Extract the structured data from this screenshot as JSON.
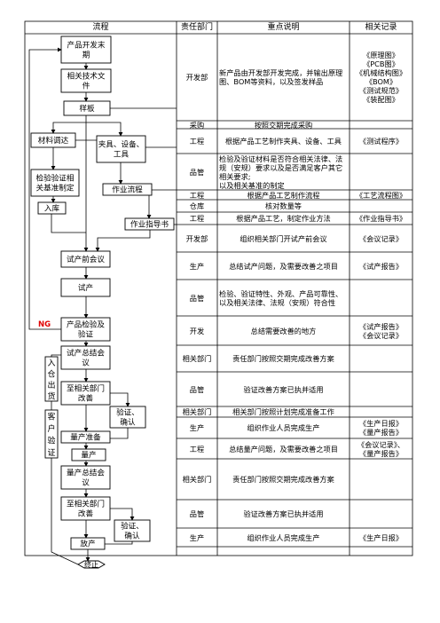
{
  "header": {
    "process": "流程",
    "dept": "责任部门",
    "desc": "重点说明",
    "records": "相关记录"
  },
  "flow_nodes": {
    "n1a": "产品开发末",
    "n1b": "期",
    "n2a": "相关技术文",
    "n2b": "件",
    "n3": "样板",
    "n4": "材料调达",
    "n5a": "夹具、设备、",
    "n5b": "工具",
    "n6a": "检验验证相",
    "n6b": "关基准制定",
    "n7": "作业流程",
    "n8": "作业指导书",
    "n9": "入库",
    "n10": "试产前会议",
    "n11": "试产",
    "n12a": "产品检验及",
    "n12b": "验证",
    "n13a": "试产总结会",
    "n13b": "议",
    "n14a": "至相关部门",
    "n14b": "改善",
    "n15a": "验证、",
    "n15b": "确认",
    "n16": "量产准备",
    "n17": "量产",
    "n18a": "量产总结会",
    "n18b": "议",
    "n19a": "至相关部门",
    "n19b": "改善",
    "n20a": "验证、",
    "n20b": "确认",
    "n21": "放产",
    "n22": "终止",
    "v1": [
      "入",
      "仓",
      "出",
      "货"
    ],
    "v2": [
      "客",
      "户",
      "验",
      "证"
    ],
    "ng": "NG"
  },
  "rows": [
    {
      "dept": "开发部",
      "desc": "新产品由开发部开发完成，并输出原理图、BOM等资料，以及签发样品",
      "rec": "《原理图》\n《PCB图》\n《机械结构图》\n《BOM》\n《测试规范》\n《装配图》"
    },
    {
      "dept": "采购",
      "desc": "按照交期完成采购",
      "rec": ""
    },
    {
      "dept": "工程",
      "desc": "根据产品工艺制作夹具、设备、工具",
      "rec": "《测试程序》"
    },
    {
      "dept": "品管",
      "desc": "检验及验证材料是否符合相关法律、法规（安规）要求以及是否满足客户其它相关要求;\n以及相关基准的制定",
      "rec": ""
    },
    {
      "dept": "工程",
      "desc": "根据产品工艺制作流程",
      "rec": "《工艺流程图》"
    },
    {
      "dept": "仓库",
      "desc": "核对数量等",
      "rec": ""
    },
    {
      "dept": "工程",
      "desc": "根据产品工艺，制定作业方法",
      "rec": "《作业指导书》"
    },
    {
      "dept": "开发部",
      "desc": "组织相关部门开试产前会议",
      "rec": "《会议记录》"
    },
    {
      "dept": "生产",
      "desc": "总结试产问题，及需要改善之项目",
      "rec": "《试产报告》"
    },
    {
      "dept": "品管",
      "desc": "检验、验证特性、外观、产品可靠性、以及相关法律、法规（安规）符合性",
      "rec": ""
    },
    {
      "dept": "开发",
      "desc": "总结需要改善的地方",
      "rec": "《试产报告》\n《会议记录》"
    },
    {
      "dept": "相关部门",
      "desc": "责任部门按照交期完成改善方案",
      "rec": ""
    },
    {
      "dept": "品管",
      "desc": "验证改善方案已执并适用",
      "rec": ""
    },
    {
      "dept": "相关部门",
      "desc": "相关部门按照计划完成准备工作",
      "rec": ""
    },
    {
      "dept": "生产",
      "desc": "组织作业人员完成生产",
      "rec": "《生产日报》\n《量产报告》"
    },
    {
      "dept": "工程",
      "desc": "总结量产问题，及需要改善之项目",
      "rec": "《会议记录》、\n《量产报告》"
    },
    {
      "dept": "相关部门",
      "desc": "责任部门按照交期完成改善方案",
      "rec": ""
    },
    {
      "dept": "品管",
      "desc": "验证改善方案已执并适用",
      "rec": ""
    },
    {
      "dept": "生产",
      "desc": "组织作业人员完成生产",
      "rec": "《生产日报》"
    }
  ]
}
